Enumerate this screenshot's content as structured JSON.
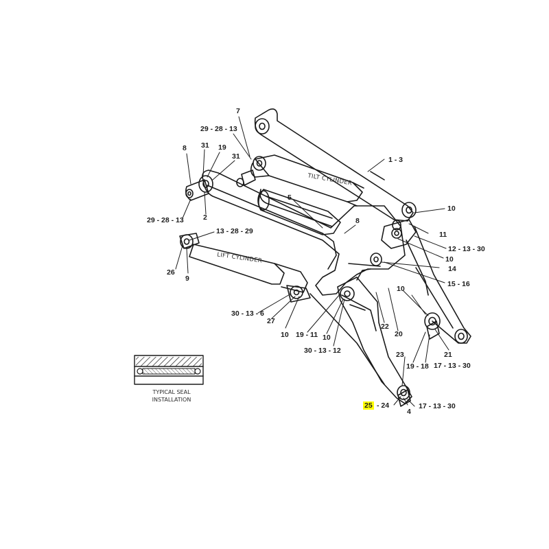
{
  "labels": {
    "tilt_cylinder": "TILT CYLINDER",
    "lift_cylinder": "LIFT CYLINDER",
    "seal_caption_line1": "TYPICAL SEAL",
    "seal_caption_line2": "INSTALLATION"
  },
  "callouts": {
    "c_7": "7",
    "c_29_28_13_top": "29 - 28 - 13",
    "c_8_left": "8",
    "c_31_a": "31",
    "c_19_a": "19",
    "c_31_b": "31",
    "c_1_3": "1 - 3",
    "c_5": "5",
    "c_8_mid": "8",
    "c_10_a": "10",
    "c_11_a": "11",
    "c_12_13_30": "12 - 13 - 30",
    "c_10_b": "10",
    "c_14": "14",
    "c_15_16": "15 - 16",
    "c_29_28_13_bottom": "29 - 28 - 13",
    "c_2": "2",
    "c_13_28_29": "13 - 28 - 29",
    "c_26": "26",
    "c_9": "9",
    "c_10_c": "10",
    "c_30_13_6": "30 - 13 - 6",
    "c_27": "27",
    "c_10_d": "10",
    "c_19_11": "19 - 11",
    "c_10_e": "10",
    "c_22": "22",
    "c_20": "20",
    "c_30_13_12": "30 - 13 - 12",
    "c_21": "21",
    "c_23": "23",
    "c_19_18": "19 - 18",
    "c_17_13_30_a": "17 - 13 - 30",
    "c_25": "25",
    "c_24": "- 24",
    "c_4": "4",
    "c_17_13_30_b": "17 - 13 - 30"
  },
  "colors": {
    "line": "#1a1a1a",
    "highlight": "#ffff00",
    "hatch": "#3a3a3a"
  }
}
